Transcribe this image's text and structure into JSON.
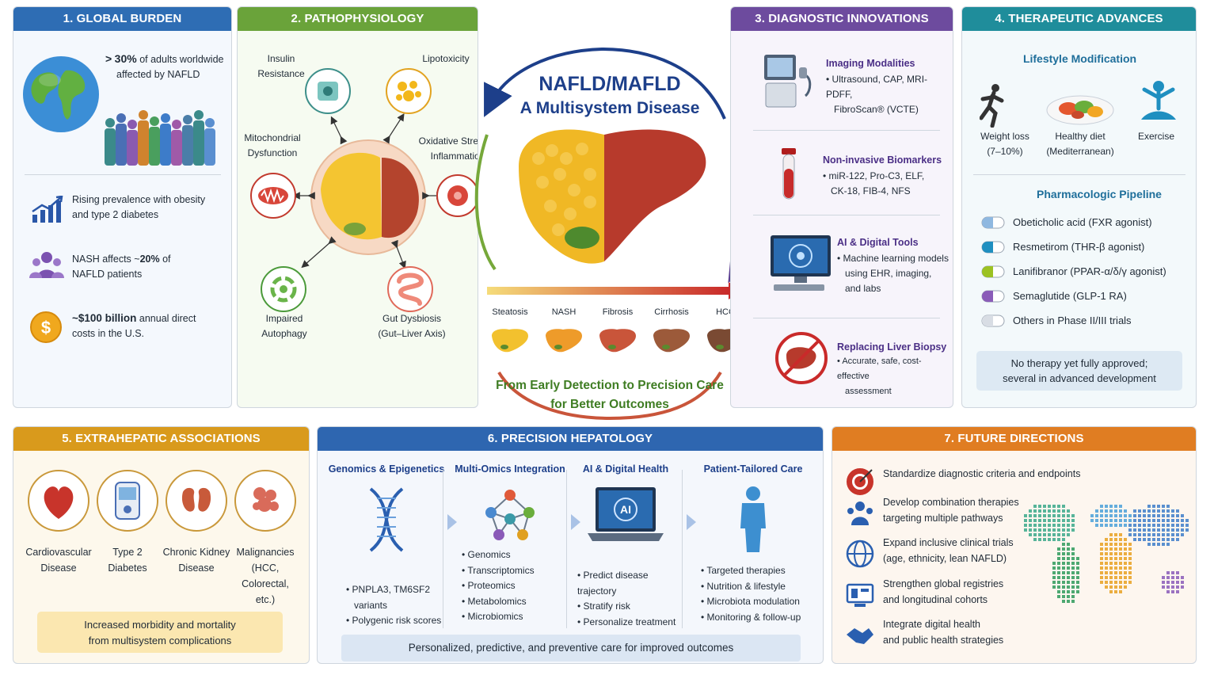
{
  "colors": {
    "panel1": "#2e6db4",
    "panel2": "#6aa33a",
    "panel3": "#6d4b9e",
    "panel4": "#1f8d9b",
    "panel5": "#d99a1c",
    "panel6": "#2e66b0",
    "panel7": "#e07d22",
    "center_title": "#1d3f8a",
    "center_tagline": "#3f7d23"
  },
  "p1": {
    "title": "1. GLOBAL BURDEN",
    "stat_prefix": ">",
    "stat_value": "30%",
    "stat_rest": "of adults worldwide",
    "stat_line2": "affected by NAFLD",
    "icons": [
      "globe-icon",
      "people-icon",
      "chart-up-icon",
      "group-icon",
      "dollar-icon"
    ],
    "rising": [
      "Rising prevalence with obesity",
      "and type 2 diabetes"
    ],
    "nash_prefix": "NASH affects ~",
    "nash_value": "20%",
    "nash_rest": "of",
    "nash_line2": "NAFLD patients",
    "cost_value": "~$100 billion",
    "cost_rest": "annual direct",
    "cost_line2": "costs in the U.S."
  },
  "p2": {
    "title": "2. PATHOPHYSIOLOGY",
    "nodes": {
      "insulin": [
        "Insulin",
        "Resistance"
      ],
      "lipo": [
        "Lipotoxicity"
      ],
      "mito": [
        "Mitochondrial",
        "Dysfunction"
      ],
      "oxid": [
        "Oxidative Stress &",
        "Inflammation"
      ],
      "autoph": [
        "Impaired",
        "Autophagy"
      ],
      "gut": [
        "Gut Dysbiosis",
        "(Gut–Liver Axis)"
      ]
    }
  },
  "center": {
    "title1": "NAFLD/MAFLD",
    "title2": "A Multisystem Disease",
    "stages": [
      "Steatosis",
      "NASH",
      "Fibrosis",
      "Cirrhosis",
      "HCC"
    ],
    "stage_colors": [
      "#f2c12e",
      "#ee9b2a",
      "#c9553a",
      "#9c5a3a",
      "#7a4a33"
    ],
    "tagline1": "From Early Detection to Precision Care",
    "tagline2": "for Better Outcomes"
  },
  "p3": {
    "title": "3. DIAGNOSTIC INNOVATIONS",
    "imaging": {
      "title": "Imaging Modalities",
      "items": [
        "Ultrasound, CAP, MRI-PDFF,",
        "FibroScan® (VCTE)"
      ]
    },
    "biomarkers": {
      "title": "Non-invasive Biomarkers",
      "items": [
        "miR-122, Pro-C3, ELF,",
        "CK-18, FIB-4, NFS"
      ]
    },
    "ai": {
      "title": "AI & Digital Tools",
      "items": [
        "Machine learning models",
        "using EHR, imaging,",
        "and labs"
      ]
    },
    "biopsy": {
      "title": "Replacing Liver Biopsy",
      "items": [
        "Accurate, safe, cost-effective",
        "assessment"
      ]
    }
  },
  "p4": {
    "title": "4. THERAPEUTIC ADVANCES",
    "lifestyle_title": "Lifestyle Modification",
    "lifestyle": [
      {
        "l1": "Weight loss",
        "l2": "(7–10%)"
      },
      {
        "l1": "Healthy diet",
        "l2": "(Mediterranean)"
      },
      {
        "l1": "Exercise",
        "l2": ""
      }
    ],
    "pipeline_title": "Pharmacologic Pipeline",
    "drugs": [
      {
        "name": "Obeticholic acid (FXR agonist)",
        "color": "#8fb8e0"
      },
      {
        "name": "Resmetirom (THR-β agonist)",
        "color": "#1f8fc0"
      },
      {
        "name": "Lanifibranor (PPAR-α/δ/γ agonist)",
        "color": "#9cc222"
      },
      {
        "name": "Semaglutide (GLP-1 RA)",
        "color": "#8a5cb8"
      },
      {
        "name": "Others in Phase II/III trials",
        "color": "#d8dde4"
      }
    ],
    "note1": "No therapy yet fully approved;",
    "note2": "several in advanced development"
  },
  "p5": {
    "title": "5. EXTRAHEPATIC ASSOCIATIONS",
    "items": [
      {
        "lines": [
          "Cardiovascular",
          "Disease"
        ],
        "icon": "heart-icon"
      },
      {
        "lines": [
          "Type 2",
          "Diabetes"
        ],
        "icon": "glucometer-icon"
      },
      {
        "lines": [
          "Chronic Kidney",
          "Disease"
        ],
        "icon": "kidney-icon"
      },
      {
        "lines": [
          "Malignancies",
          "(HCC, Colorectal,",
          "etc.)"
        ],
        "icon": "tumor-icon"
      }
    ],
    "note1": "Increased morbidity and mortality",
    "note2": "from multisystem complications"
  },
  "p6": {
    "title": "6. PRECISION HEPATOLOGY",
    "cols": [
      {
        "title": "Genomics & Epigenetics",
        "items": [
          "PNPLA3, TM6SF2",
          "variants",
          "Polygenic risk scores"
        ]
      },
      {
        "title": "Multi-Omics Integration",
        "items": [
          "Genomics",
          "Transcriptomics",
          "Proteomics",
          "Metabolomics",
          "Microbiomics"
        ]
      },
      {
        "title": "AI & Digital Health",
        "items": [
          "Predict disease trajectory",
          "Stratify risk",
          "Personalize treatment"
        ]
      },
      {
        "title": "Patient-Tailored Care",
        "items": [
          "Targeted therapies",
          "Nutrition & lifestyle",
          "Microbiota modulation",
          "Monitoring & follow-up"
        ]
      }
    ],
    "ai_label": "AI",
    "banner": "Personalized, predictive, and preventive care for improved outcomes"
  },
  "p7": {
    "title": "7. FUTURE DIRECTIONS",
    "items": [
      {
        "l1": "Standardize diagnostic criteria and endpoints",
        "l2": "",
        "icon": "target-icon"
      },
      {
        "l1": "Develop combination therapies",
        "l2": "targeting multiple pathways",
        "icon": "team-icon"
      },
      {
        "l1": "Expand inclusive clinical trials",
        "l2": "(age, ethnicity, lean NAFLD)",
        "icon": "globe-grid-icon"
      },
      {
        "l1": "Strengthen global registries",
        "l2": "and longitudinal cohorts",
        "icon": "registry-icon"
      },
      {
        "l1": "Integrate digital health",
        "l2": "and public health strategies",
        "icon": "handshake-icon"
      }
    ]
  }
}
